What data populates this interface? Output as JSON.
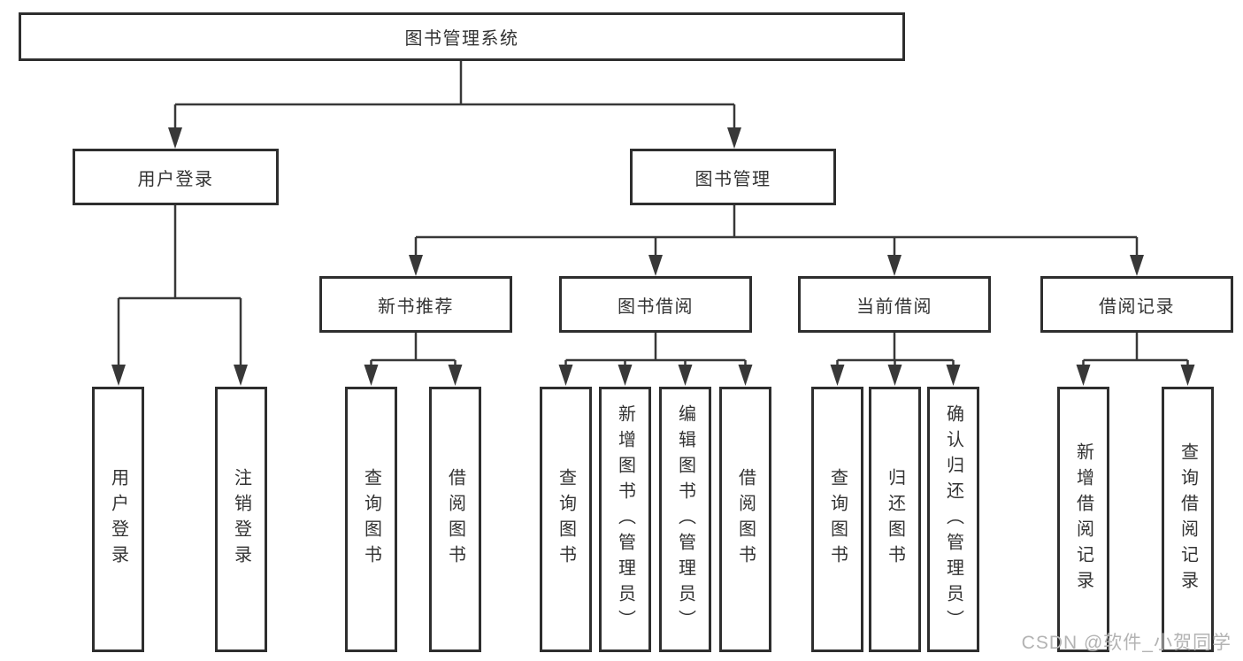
{
  "diagram": {
    "title": "图书管理系统",
    "type": "function-structure-tree",
    "colors": {
      "line": "#383838",
      "box_border": "#2e2e2e",
      "text": "#333333",
      "background": "#ffffff",
      "watermark": "#b3b3b3"
    },
    "nodes": {
      "root": "图书管理系统",
      "user_login": "用户登录",
      "book_mgmt": "图书管理",
      "leaf_login": "用户登录",
      "leaf_logout": "注销登录",
      "new_book_rec": "新书推荐",
      "book_borrow": "图书借阅",
      "current_borrow": "当前借阅",
      "borrow_records": "借阅记录",
      "nbr_query": "查询图书",
      "nbr_borrow": "借阅图书",
      "bb_query": "查询图书",
      "bb_add": "新增图书（管理员）",
      "bb_edit": "编辑图书（管理员）",
      "bb_borrow": "借阅图书",
      "cb_query": "查询图书",
      "cb_return": "归还图书",
      "cb_confirm": "确认归还（管理员）",
      "br_add": "新增借阅记录",
      "br_query": "查询借阅记录"
    },
    "hierarchy": {
      "图书管理系统": {
        "用户登录": [
          "用户登录",
          "注销登录"
        ],
        "图书管理": {
          "新书推荐": [
            "查询图书",
            "借阅图书"
          ],
          "图书借阅": [
            "查询图书",
            "新增图书（管理员）",
            "编辑图书（管理员）",
            "借阅图书"
          ],
          "当前借阅": [
            "查询图书",
            "归还图书",
            "确认归还（管理员）"
          ],
          "借阅记录": [
            "新增借阅记录",
            "查询借阅记录"
          ]
        }
      }
    },
    "watermark": "CSDN @软件_小贺同学"
  }
}
